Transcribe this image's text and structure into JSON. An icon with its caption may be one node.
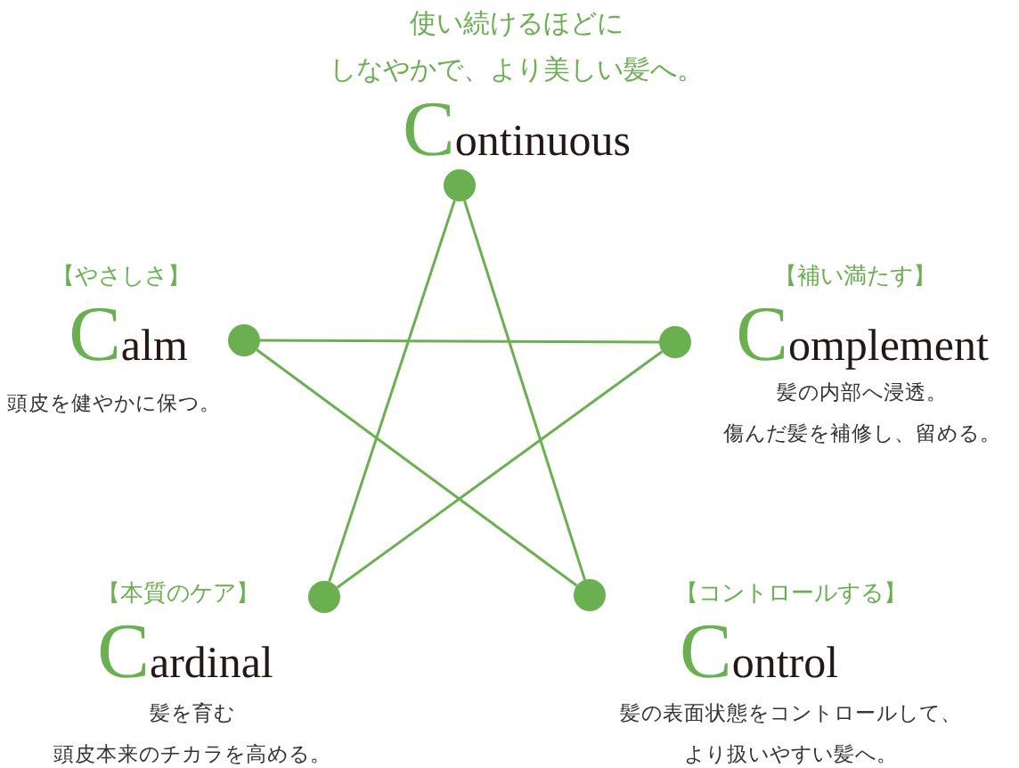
{
  "diagram": {
    "nodes": [
      {
        "text": [],
        "shape": "circle",
        "beside": [
          "使い続けるほどにしなやかで、より美しい髪へ。",
          "Continuous"
        ]
      },
      {
        "text": [],
        "shape": "circle",
        "beside": [
          "【やさしさ】",
          "Calm",
          "頭皮を健やかに保つ。"
        ]
      },
      {
        "text": [],
        "shape": "circle",
        "beside": [
          "【補い満たす】",
          "Complement",
          "髪の内部へ浸透。傷んだ髪を補修し、留める。"
        ]
      },
      {
        "text": [],
        "shape": "circle",
        "beside": [
          "【本質のケア】",
          "Cardinal",
          "髪を育む頭皮本来のチカラを高める。"
        ]
      },
      {
        "text": [],
        "shape": "circle",
        "beside": [
          "【コントロールする】",
          "Control",
          "髪の表面状態をコントロールして、より扱いやすい髪へ。"
        ]
      }
    ],
    "edges": [
      {
        "from": 0,
        "to": 3,
        "arrow": "none"
      },
      {
        "from": 0,
        "to": 4,
        "arrow": "none"
      },
      {
        "from": 1,
        "to": 2,
        "arrow": "none"
      },
      {
        "from": 1,
        "to": 4,
        "arrow": "none"
      },
      {
        "from": 2,
        "to": 3,
        "arrow": "none"
      }
    ]
  }
}
